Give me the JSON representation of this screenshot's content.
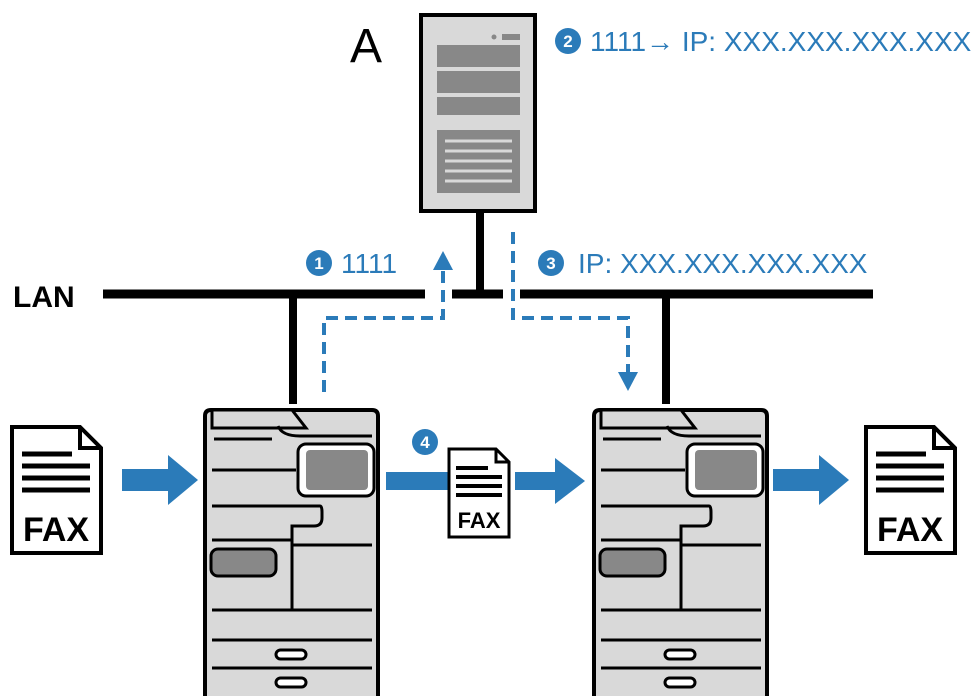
{
  "server": {
    "label": "A"
  },
  "network": {
    "label": "LAN"
  },
  "steps": [
    {
      "number": "1",
      "text": "1111"
    },
    {
      "number": "2",
      "text": "1111→ IP: XXX.XXX.XXX.XXX"
    },
    {
      "number": "3",
      "text": "IP: XXX.XXX.XXX.XXX"
    },
    {
      "number": "4",
      "text": ""
    }
  ],
  "documents": {
    "fax_label": "FAX"
  },
  "colors": {
    "accent": "#2b7bb9",
    "line": "#000000",
    "device_fill": "#d9d9d9",
    "device_panel": "#888888"
  }
}
